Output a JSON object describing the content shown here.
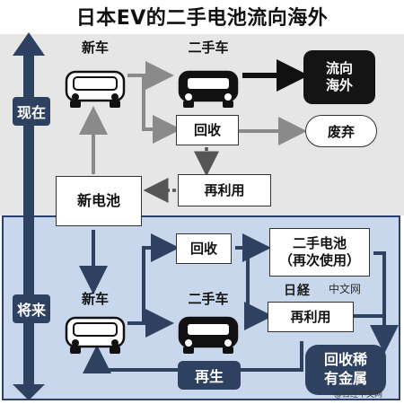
{
  "title": "日本EV的二手电池流向海外",
  "eras": {
    "now": "现在",
    "future": "将来"
  },
  "now": {
    "new_car_label": "新车",
    "used_car_label": "二手车",
    "overseas": "流向\n海外",
    "recycle": "回收",
    "discard": "废弃",
    "reuse": "再利用",
    "new_battery": "新电池"
  },
  "future": {
    "recycle": "回收",
    "used_battery": "二手电池\n（再次使用）",
    "new_car_label": "新车",
    "used_car_label": "二手车",
    "reuse": "再利用",
    "regenerate": "再生",
    "rare_metals": "回收稀\n有金属"
  },
  "watermark": {
    "logo": "日経",
    "text": "中文网"
  },
  "credit": "@日经中文网",
  "colors": {
    "navy": "#2f4160",
    "light_band": "#e6e6e6",
    "blue_band": "#c9d7ec"
  }
}
